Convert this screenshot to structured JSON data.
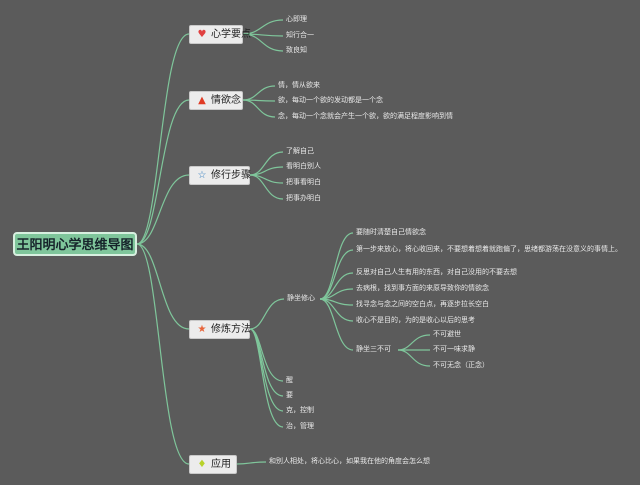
{
  "title": "王阳明心学思维导图",
  "branches": {
    "xinxue": {
      "label": "心学要点",
      "icon": "heart-icon",
      "items": [
        "心即理",
        "知行合一",
        "致良知"
      ]
    },
    "qingyu": {
      "label": "情欲念",
      "icon": "warning-icon",
      "items": [
        "情，情从欲来",
        "欲，每动一个欲的发动都是一个念",
        "念，每动一个念就会产生一个欲，欲的满足程度影响到情"
      ]
    },
    "xiuxing": {
      "label": "修行步骤",
      "icon": "star-outline-icon",
      "items": [
        "了解自己",
        "看明白别人",
        "把事看明白",
        "把事办明白"
      ]
    },
    "xiulian": {
      "label": "修炼方法",
      "icon": "star-icon",
      "jingzuo": {
        "label": "静坐修心",
        "items": [
          "要随时清楚自己情欲念",
          "第一步来放心，将心收回来，不要想着想着就跑偏了，思绪都游荡在没意义的事情上。",
          "反思对自己人生有用的东西，对自己没用的不要去想",
          "去病根，找到事方面的来原导致你的情欲念",
          "找寻念与念之间的空白点，再逐步拉长空白",
          "收心不是目的，为的是收心以后的思考"
        ],
        "busanbu": {
          "label": "静坐三不可",
          "items": [
            "不可避世",
            "不可一味求静",
            "不可无念（正念）"
          ]
        }
      },
      "others": [
        "醒",
        "要",
        "克，控制",
        "治，管理"
      ]
    },
    "yingyong": {
      "label": "应用",
      "icon": "diamond-icon",
      "items": [
        "和别人相处，将心比心，如果我在他的角度会怎么想"
      ]
    }
  },
  "colors": {
    "background": "#5b5b5b",
    "connector": "#7fc69b",
    "root_fill": "#7fc69b",
    "heart": "#e04040",
    "warning": "#e03b24",
    "star_outline": "#2e7bbf",
    "star": "#e8643a",
    "diamond": "#b8d22a"
  }
}
